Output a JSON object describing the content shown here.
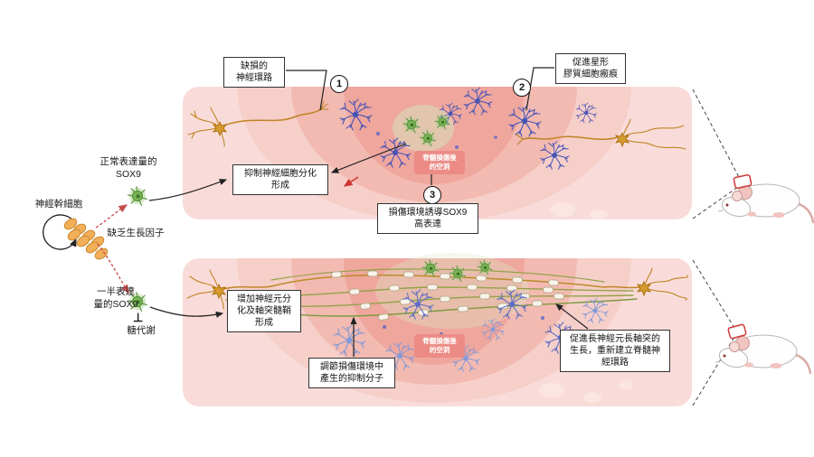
{
  "colors": {
    "panel_bg": "#f9dcd9",
    "injury_band_outer": "#f6cfc9",
    "injury_band_mid": "#f2bab1",
    "injury_band_inner": "#efa69d",
    "cavity_badge": "#ec8b85",
    "neuron_orange": "#c08323",
    "astrocyte_blue": "#4753b5",
    "astrocyte_light_blue": "#8399d6",
    "cell_green": "#79b356",
    "dashed_arrow_pink": "#c4504e",
    "marker_red": "#d03a3a"
  },
  "left": {
    "stem_cell": "神經幹細胞",
    "normal_sox9": "正常表達量的\nSOX9",
    "lack_growth_factor": "缺乏生長因子",
    "half_sox9": "一半表達\n量的SOX9",
    "inhibit_symbol": "⊥",
    "glucose": "糖代謝"
  },
  "top_panel": {
    "box_defective_circuit": "缺損的\n神經環路",
    "num1": "1",
    "num2": "2",
    "box_astrocyte_scar": "促進星形\n膠質細胞瘢痕",
    "cavity": "脊髓損傷後\n的空洞",
    "box_inhibit_differentiation": "抑制神經細胞分化\n形成",
    "num3": "3",
    "box_sox9_induction": "損傷環境誘導SOX9\n高表達"
  },
  "bottom_panel": {
    "box_increase_differentiation": "增加神經元分\n化及軸突髓鞘\n形成",
    "box_regulate_inhibitory": "調節損傷環境中\n產生的抑制分子",
    "cavity": "脊髓損傷後\n的空洞",
    "box_promote_axon_growth": "促進長神經元長軸突的\n生長，重新建立脊髓神\n經環路"
  }
}
